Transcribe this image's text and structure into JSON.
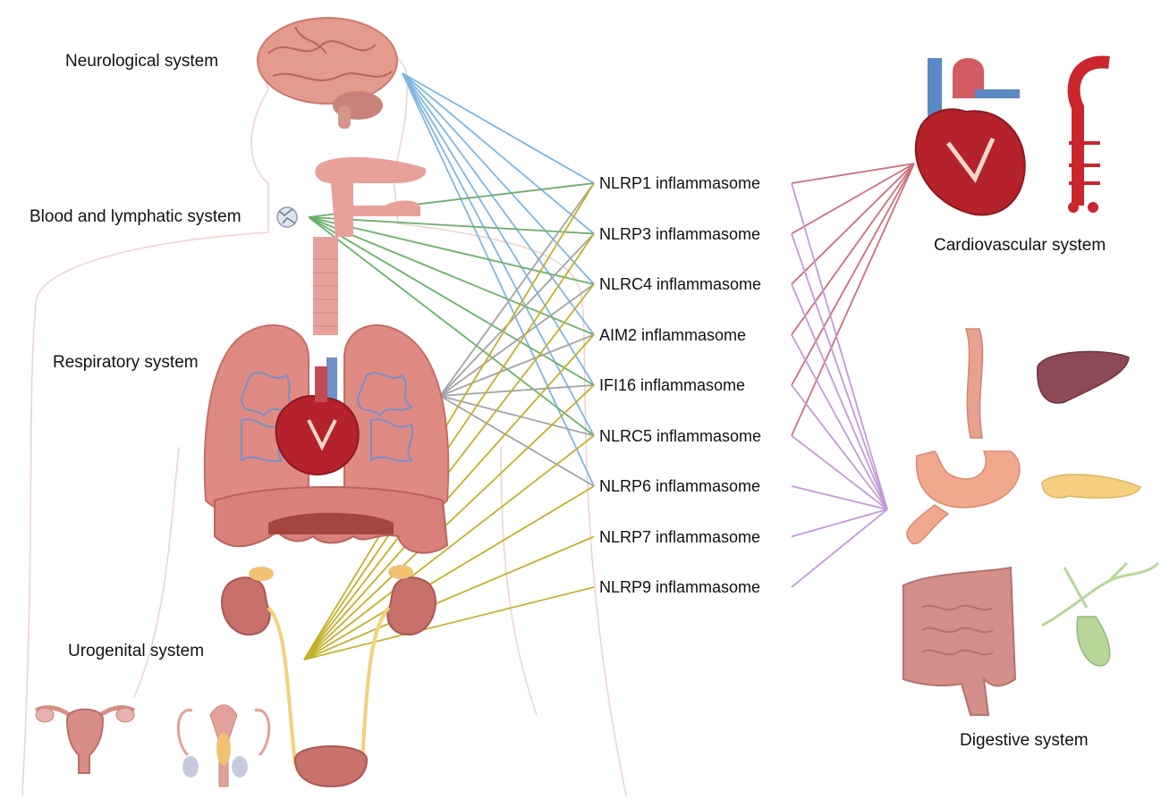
{
  "systems": {
    "neurological": "Neurological system",
    "blood": "Blood and lymphatic system",
    "respiratory": "Respiratory system",
    "urogenital": "Urogenital system",
    "cardiovascular": "Cardiovascular system",
    "digestive": "Digestive system"
  },
  "inflammasomes": [
    "NLRP1 inflammasome",
    "NLRP3 inflammasome",
    "NLRC4 inflammasome",
    "AIM2 inflammasome",
    "IFI16 inflammasome",
    "NLRC5 inflammasome",
    "NLRP6 inflammasome",
    "NLRP7 inflammasome",
    "NLRP9 inflammasome"
  ],
  "links": {
    "neurological": {
      "color": "#7fb6e0",
      "targets": [
        0,
        1,
        2,
        3,
        4,
        5,
        6
      ]
    },
    "blood": {
      "color": "#6ab06a",
      "targets": [
        0,
        1,
        2,
        3,
        4,
        5
      ]
    },
    "respiratory": {
      "color": "#a3a3a3",
      "targets": [
        0,
        1,
        2,
        3,
        4,
        5,
        6
      ]
    },
    "urogenital": {
      "color": "#c2b02a",
      "targets": [
        0,
        1,
        2,
        3,
        4,
        5,
        6,
        7,
        8
      ]
    },
    "cardiovascular": {
      "color": "#cc6f7c",
      "targets": [
        0,
        1,
        2,
        3,
        4,
        5
      ]
    },
    "digestive": {
      "color": "#c39ad6",
      "targets": [
        0,
        1,
        2,
        3,
        4,
        5,
        6,
        7,
        8
      ]
    }
  },
  "organ_icons": {
    "brain": "brain-icon",
    "blood_cell": "blood-cell-icon",
    "trachea": "trachea-icon",
    "lungs": "lungs-icon",
    "heart": "heart-icon",
    "kidneys": "kidney-icon",
    "bladder": "bladder-icon",
    "uterus": "uterus-icon",
    "male_reproductive": "male-reproductive-icon",
    "aorta": "aorta-icon",
    "esophagus": "esophagus-icon",
    "liver": "liver-icon",
    "stomach": "stomach-icon",
    "pancreas": "pancreas-icon",
    "intestine": "intestine-icon",
    "gallbladder": "gallbladder-icon"
  }
}
